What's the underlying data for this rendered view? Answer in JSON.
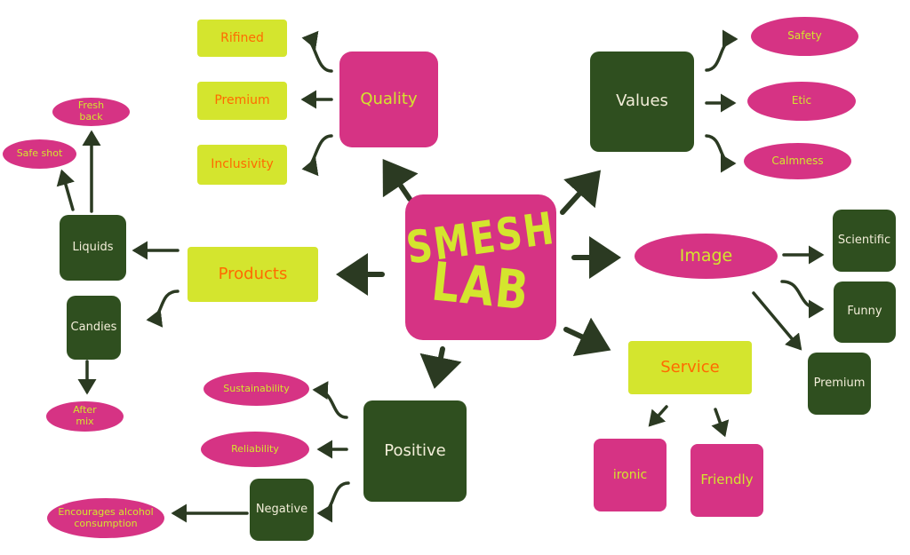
{
  "colors": {
    "pink": "#d63384",
    "dark_green": "#2f4f1f",
    "lime": "#d4e52e",
    "orange_text": "#ff6a00",
    "arrow": "#2b3a22"
  },
  "center": {
    "line1": "SMESH",
    "line2": "LAB"
  },
  "quality": {
    "label": "Quality",
    "items": [
      "Rifined",
      "Premium",
      "Inclusivity"
    ]
  },
  "values": {
    "label": "Values",
    "items": [
      "Safety",
      "Etic",
      "Calmness"
    ]
  },
  "image": {
    "label": "Image",
    "items": [
      "Scientific",
      "Funny",
      "Premium"
    ]
  },
  "service": {
    "label": "Service",
    "items": [
      "ironic",
      "Friendly"
    ]
  },
  "positive": {
    "label": "Positive",
    "items": [
      "Sustainability",
      "Reliability"
    ],
    "negative": {
      "label": "Negative",
      "item": "Encourages alcohol consumption"
    }
  },
  "products": {
    "label": "Products",
    "liquids": {
      "label": "Liquids",
      "items": [
        "Safe shot",
        "Fresh back"
      ]
    },
    "candies": {
      "label": "Candies",
      "item": "After mix"
    }
  }
}
